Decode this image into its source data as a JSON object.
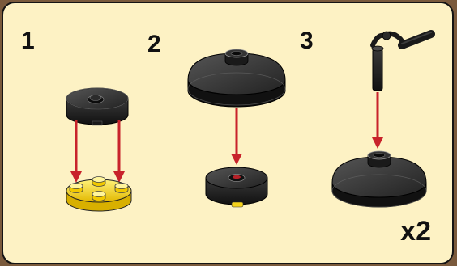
{
  "steps": [
    {
      "number": "1"
    },
    {
      "number": "2"
    },
    {
      "number": "3"
    }
  ],
  "multiplier": "x2",
  "colors": {
    "background": "#fdf2c4",
    "border": "#141414",
    "arrow": "#c8232b",
    "brick_black": "#1e1e1e",
    "brick_yellow": "#f5d21a"
  },
  "icons": [
    "round-tile-2x2-icon",
    "yellow-round-plate-icon",
    "round-dish-icon",
    "round-plate-icon",
    "bar-with-clip-icon",
    "arrow-down-icon"
  ]
}
